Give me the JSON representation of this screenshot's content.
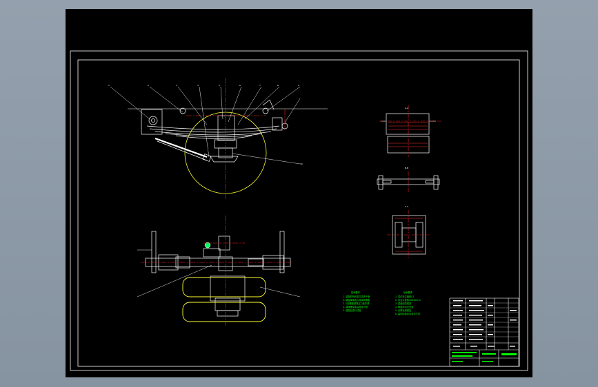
{
  "colors": {
    "background": "#8f9ba9",
    "sheet": "#000000",
    "line": "#ffffff",
    "center_line": "#ff2020",
    "section": "#ffff33",
    "notes": "#00ff00",
    "hatch": "#ff3030",
    "highlight": "#00ff66"
  },
  "views": {
    "section_a_label": "A-A",
    "section_b_label": "B-B",
    "section_c_label": "C-C"
  },
  "balloons": [
    "1",
    "2",
    "3",
    "4",
    "5",
    "6",
    "7",
    "8",
    "9",
    "10"
  ],
  "tech_notes_left": {
    "title": "技术要求",
    "lines": [
      "1. 装配前所有零件清洗干净",
      "2. 钢板弹簧各片间涂润滑脂",
      "3. U形螺栓按规定力矩拧紧",
      "4. 减振器安装后检查行程",
      "5. 装配后进行试验"
    ]
  },
  "tech_notes_right": {
    "title": "技术要求",
    "lines": [
      "1. 零件未注倒角C1",
      "2. 未注公差按GB1804-m",
      "3. 表面涂防锈漆",
      "4. 焊缝均匀无夹渣",
      "5. 去除毛刺锐边",
      "6. 装配后转动灵活无卡滞"
    ]
  }
}
